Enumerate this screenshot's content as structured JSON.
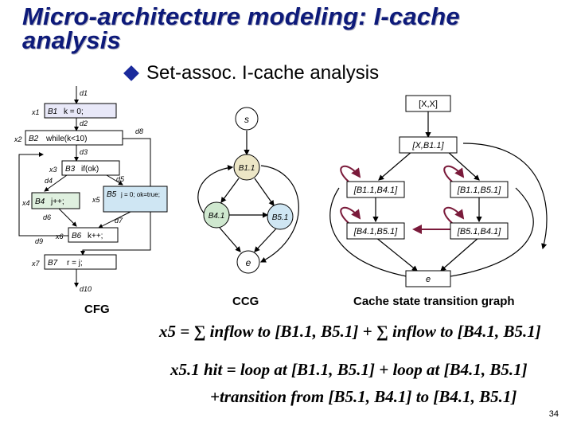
{
  "slide": {
    "title": "Micro-architecture modeling: I-cache analysis",
    "bullet": "Set-assoc. I-cache analysis",
    "page_number": "34"
  },
  "cfg": {
    "caption": "CFG",
    "edges": [
      "d1",
      "d2",
      "d3",
      "d4",
      "d5",
      "d6",
      "d7",
      "d8",
      "d9",
      "d10"
    ],
    "vars": [
      "x1",
      "x2",
      "x3",
      "x4",
      "x5",
      "x6",
      "x7"
    ],
    "blocks": [
      {
        "id": "B1",
        "code": "k = 0;"
      },
      {
        "id": "B2",
        "code": "while(k<10)"
      },
      {
        "id": "B3",
        "code": "if(ok)"
      },
      {
        "id": "B4",
        "code": "j++;"
      },
      {
        "id": "B5",
        "code": "j = 0; ok=true;"
      },
      {
        "id": "B6",
        "code": "k++;"
      },
      {
        "id": "B7",
        "code": "r = j;"
      }
    ]
  },
  "ccg": {
    "caption": "CCG",
    "nodes": [
      "s",
      "B1.1",
      "B4.1",
      "B5.1",
      "e"
    ]
  },
  "cstg": {
    "caption": "Cache state transition graph",
    "states": [
      "[X,X]",
      "[X,B1.1]",
      "[B1.1,B4.1]",
      "[B1.1,B5.1]",
      "[B4.1,B5.1]",
      "[B5.1,B4.1]",
      "e"
    ]
  },
  "equations": {
    "eq1": {
      "lhs": "x5",
      "parts": [
        "= ∑ inflow to [B1.1, B5.1] + ∑ inflow to [B4.1, B5.1]"
      ]
    },
    "eq2": {
      "lhs": "x5.1 hit",
      "parts": [
        "= loop at [B1.1, B5.1] + loop at [B4.1, B5.1]"
      ]
    },
    "eq3": {
      "parts": [
        "+transition from [B5.1, B4.1] to [B4.1, B5.1]"
      ]
    }
  }
}
